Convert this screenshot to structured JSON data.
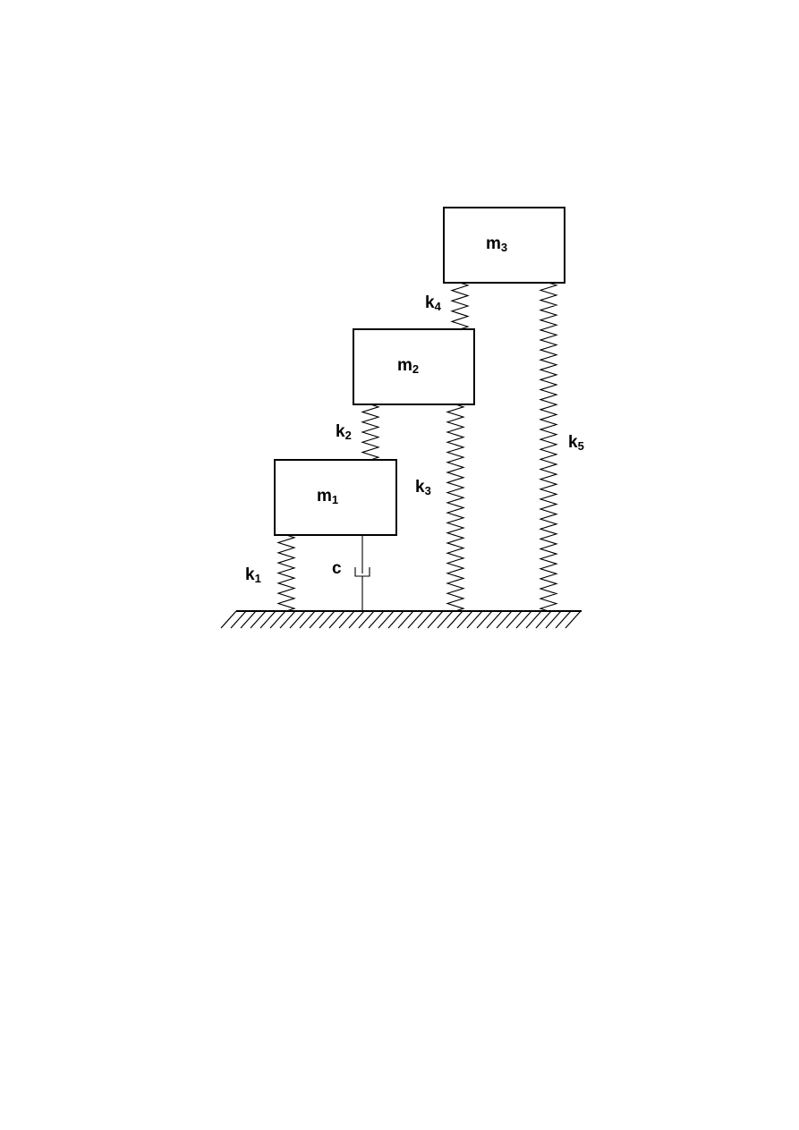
{
  "masses": {
    "m1": {
      "letter": "m",
      "sub": "1"
    },
    "m2": {
      "letter": "m",
      "sub": "2"
    },
    "m3": {
      "letter": "m",
      "sub": "3"
    }
  },
  "springs": {
    "k1": {
      "letter": "k",
      "sub": "1"
    },
    "k2": {
      "letter": "k",
      "sub": "2"
    },
    "k3": {
      "letter": "k",
      "sub": "3"
    },
    "k4": {
      "letter": "k",
      "sub": "4"
    },
    "k5": {
      "letter": "k",
      "sub": "5"
    }
  },
  "damper": {
    "label": "c"
  },
  "colors": {
    "stroke": "#000000",
    "background": "#ffffff"
  }
}
